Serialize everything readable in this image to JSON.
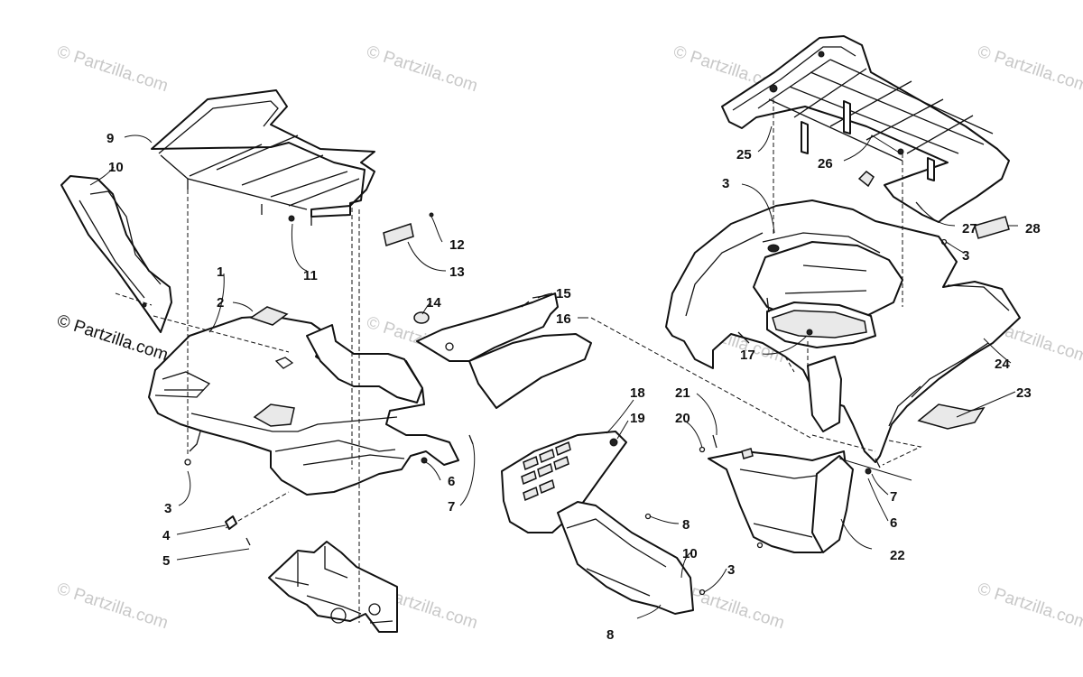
{
  "watermark": {
    "text": "© Partzilla.com"
  },
  "callouts": {
    "c1": "1",
    "c2": "2",
    "c3a": "3",
    "c4": "4",
    "c5": "5",
    "c6a": "6",
    "c7a": "7",
    "c8a": "8",
    "c8b": "8",
    "c9": "9",
    "c10a": "10",
    "c10b": "10",
    "c11": "11",
    "c12": "12",
    "c13": "13",
    "c14": "14",
    "c15": "15",
    "c16": "16",
    "c17": "17",
    "c18": "18",
    "c19": "19",
    "c20": "20",
    "c21": "21",
    "c22": "22",
    "c23": "23",
    "c24": "24",
    "c25": "25",
    "c26": "26",
    "c3b": "3",
    "c3c": "3",
    "c27": "27",
    "c28": "28",
    "c7b": "7",
    "c6b": "6",
    "c3d": "3"
  }
}
